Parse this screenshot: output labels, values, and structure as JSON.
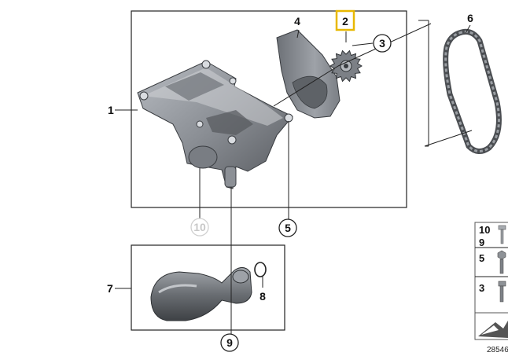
{
  "callouts": {
    "c1": "1",
    "c2": "2",
    "c3": "3",
    "c4": "4",
    "c5": "5",
    "c6": "6",
    "c7": "7",
    "c8": "8",
    "c9": "9",
    "c10": "10"
  },
  "sidebar": {
    "items": [
      "10",
      "9",
      "5",
      "3"
    ]
  },
  "image_number": "28546",
  "colors": {
    "highlight": "#e8b800",
    "part_fill": "#8c9096",
    "part_dark": "#4a4d52",
    "part_light": "#c9ccd0",
    "faded_label": "#c8c8c8"
  }
}
